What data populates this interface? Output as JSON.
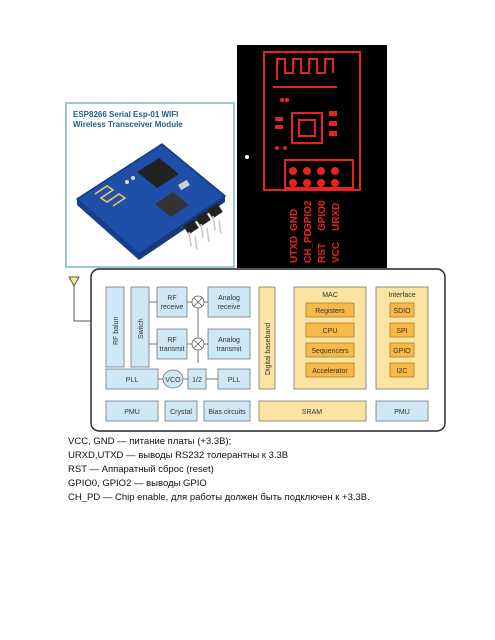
{
  "photo": {
    "title_line1": "ESP8266 Serial Esp-01 WIFI",
    "title_line2": "Wireless Transceiver Module"
  },
  "pinout": {
    "top_row": [
      "GND",
      "GPIO2",
      "GPIO0",
      "URXD"
    ],
    "bottom_row": [
      "UTXD",
      "CH_PD",
      "RST",
      "VCC"
    ]
  },
  "diagram": {
    "rf_balun": "RF balun",
    "switch": "Switch",
    "rf_receive": [
      "RF",
      "receive"
    ],
    "rf_transmit": [
      "RF",
      "transmit"
    ],
    "analog_receive": [
      "Analog",
      "receive"
    ],
    "analog_transmit": [
      "Analog",
      "transmit"
    ],
    "pll_left": "PLL",
    "vco": "VCO",
    "half": "1/2",
    "pll_right": "PLL",
    "pmu_left": "PMU",
    "crystal": "Crystal",
    "bias": "Bias circuits",
    "digital_baseband": "Digital baseband",
    "mac_title": "MAC",
    "mac_items": [
      "Registers",
      "CPU",
      "Sequencers",
      "Accelerator"
    ],
    "sram": "SRAM",
    "interface_title": "Interface",
    "interface_items": [
      "SDIO",
      "SPI",
      "GPIO",
      "I2C"
    ],
    "pmu_right": "PMU"
  },
  "notes": [
    "VCC, GND — питание платы (+3.3В);",
    "URXD,UTXD — выводы RS232 толерантны к 3.3В",
    "RST — Аппаратный сброс (reset)",
    "GPIO0, GPIO2 — выводы GPIO",
    "CH_PD — Chip enable, для работы должен быть подключен к +3.3В."
  ],
  "colors": {
    "pcb_red": "#e8231e",
    "pcb_bg": "#000000",
    "block_blue": "#cfe8f6",
    "block_yellow": "#fbe3a1",
    "block_orange": "#f7b948"
  }
}
